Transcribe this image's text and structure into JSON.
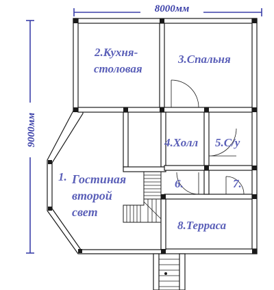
{
  "dimensions": {
    "width_label": "8000мм",
    "height_label": "9000мм"
  },
  "rooms": {
    "kitchen_line1": "2.Кухня-",
    "kitchen_line2": "столовая",
    "bedroom": "3.Спальня",
    "hall": "4.Холл",
    "bathroom": "5.С/у",
    "living_num": "1.",
    "living_line1": "Гостиная",
    "living_line2": "второй",
    "living_line3": "свет",
    "room6": "6.",
    "room7": "7.",
    "terrace": "8.Терраса"
  },
  "colors": {
    "label": "#5a5fb8",
    "dimension": "#3a3fa8",
    "wall": "#1a1a1a"
  }
}
